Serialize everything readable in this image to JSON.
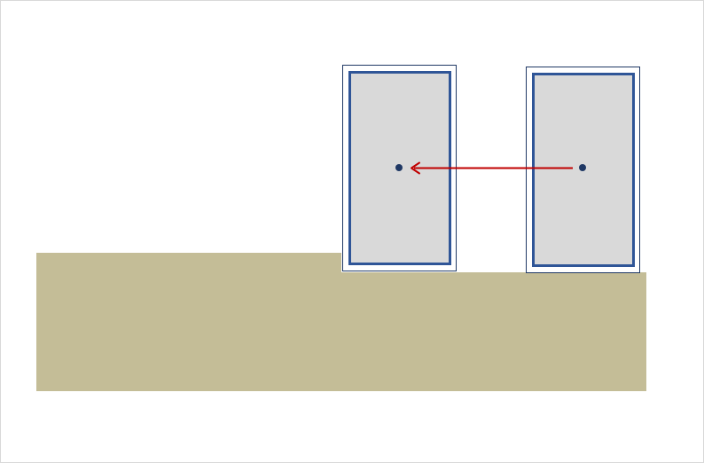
{
  "diagram": {
    "colors": {
      "background": "#ffffff",
      "frame_border": "#d9d9d9",
      "ground_fill": "#c4bd97",
      "block_outer_border": "#1f3864",
      "block_inner_border": "#2f5597",
      "block_fill": "#d9d9d9",
      "center_dot": "#1f3864",
      "arrow": "#c00000"
    },
    "elements": {
      "ground": "stepped-ground",
      "blocks": [
        "left-block",
        "right-block"
      ],
      "arrow_direction": "right-to-left"
    }
  }
}
